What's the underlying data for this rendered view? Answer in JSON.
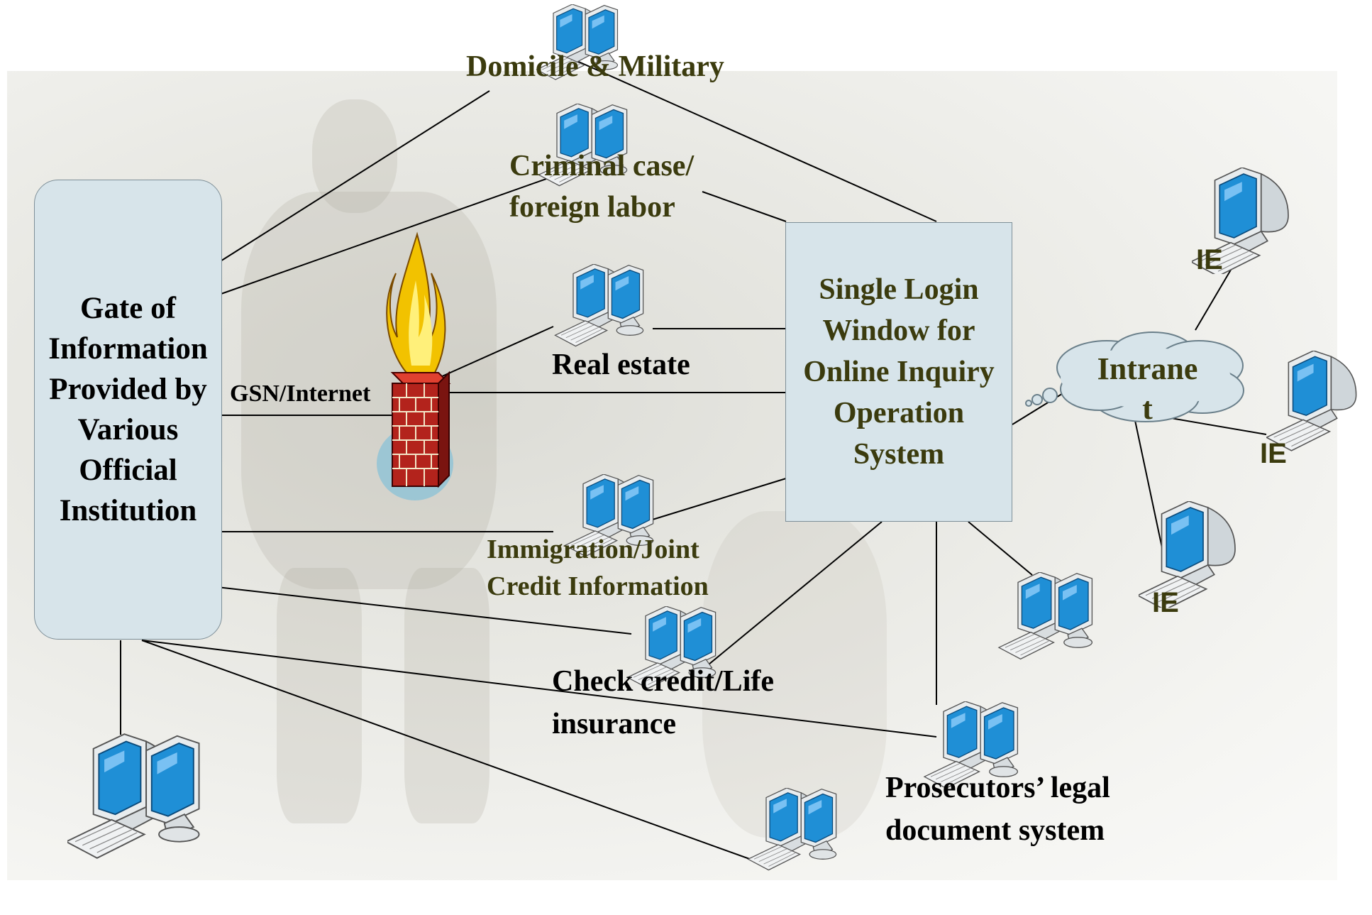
{
  "diagram": {
    "gate_box": {
      "label": "Gate of\nInformation\nProvided by\nVarious\nOfficial\nInstitution"
    },
    "center_box": {
      "label": "Single Login\nWindow for\nOnline Inquiry\nOperation\nSystem"
    },
    "link_label": "GSN/Internet",
    "intranet_label": "Intrane\nt",
    "ie_labels": [
      "IE",
      "IE",
      "IE"
    ],
    "nodes": {
      "domicile": "Domicile & Military",
      "criminal": "Criminal case/\nforeign labor",
      "real_estate": "Real estate",
      "immigration": "Immigration/Joint\nCredit Information",
      "check_credit": "Check credit/Life\ninsurance",
      "prosecutors": "Prosecutors’ legal\ndocument system"
    },
    "icons": {
      "workstation": "workstation-pair-icon",
      "ie_computer": "computer-icon",
      "firewall": "firewall-icon",
      "cloud": "cloud-icon"
    },
    "colors": {
      "box_fill": "#d7e4ea",
      "label_dark": "#3b3b0e",
      "screen_blue": "#1f8fd6",
      "brick": "#b3231c",
      "flame": "#ffd21a"
    }
  }
}
